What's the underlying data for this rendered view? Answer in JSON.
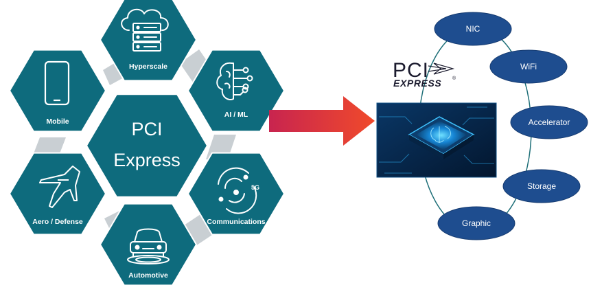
{
  "hub": {
    "line1": "PCI",
    "line2": "Express"
  },
  "segments": [
    {
      "label": "Hyperscale",
      "icon": "server-cloud-icon"
    },
    {
      "label": "AI / ML",
      "icon": "brain-circuit-icon"
    },
    {
      "label": "Communications",
      "icon": "5g-signal-icon"
    },
    {
      "label": "Automotive",
      "icon": "car-icon"
    },
    {
      "label": "Aero / Defense",
      "icon": "jet-icon"
    },
    {
      "label": "Mobile",
      "icon": "smartphone-icon"
    }
  ],
  "logo": {
    "pci": "PCI",
    "express": "EXPRESS",
    "mark": "®"
  },
  "nodes": [
    {
      "label": "NIC"
    },
    {
      "label": "WiFi"
    },
    {
      "label": "Accelerator"
    },
    {
      "label": "Storage"
    },
    {
      "label": "Graphic"
    }
  ],
  "colors": {
    "hex": "#0e6b7d",
    "hex_stroke": "#ffffff",
    "node": "#1e4d8f",
    "ring": "#1e6f78",
    "arrow_start": "#c8244f",
    "arrow_end": "#ef4a2d",
    "chip_bg": "#082a4a",
    "chip_glow": "#27b5ff"
  }
}
